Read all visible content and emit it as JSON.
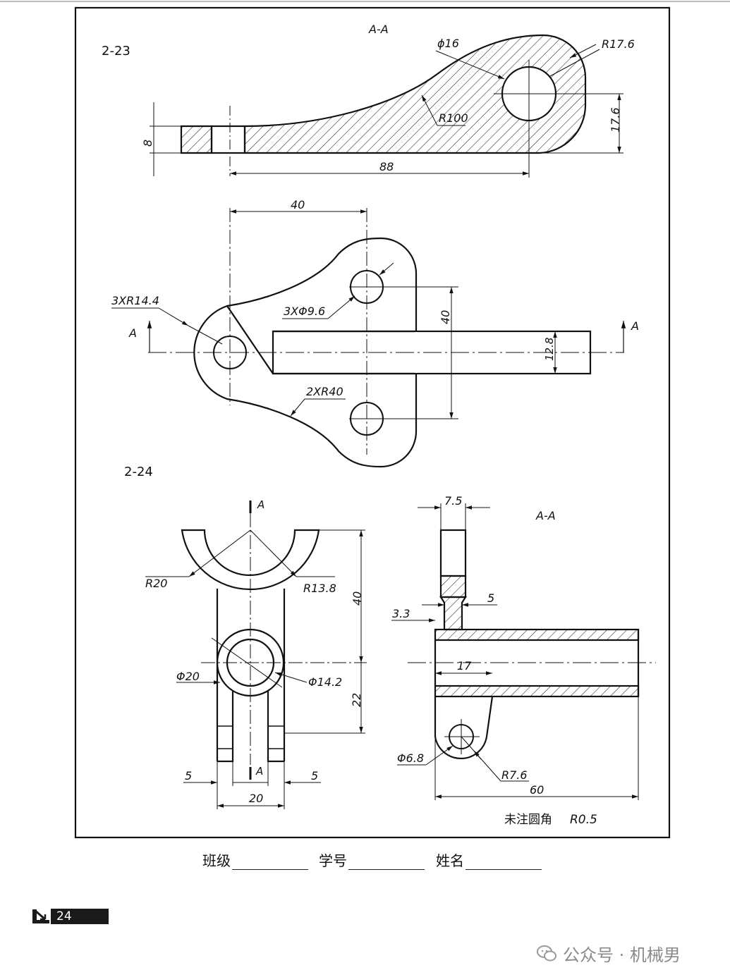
{
  "problems": [
    {
      "number": "2-23",
      "section_view": {
        "label": "A-A",
        "dims": {
          "hole_dia": "ϕ16",
          "outer_radius": "R17.6",
          "arc_radius": "R100",
          "height": "17.6",
          "thickness": "8",
          "length": "88"
        }
      },
      "plan_view": {
        "dims": {
          "spacing_h": "40",
          "spacing_v": "40",
          "boss_radius": "3XR14.4",
          "holes": "3XΦ9.6",
          "blend_radius": "2XR40",
          "rod_height": "12.8"
        },
        "cut_labels": [
          "A",
          "A"
        ]
      }
    },
    {
      "number": "2-24",
      "front_view": {
        "cut_labels": [
          "A",
          "A"
        ],
        "dims": {
          "r_outer": "R20",
          "r_inner": "R13.8",
          "height_upper": "40",
          "height_lower": "22",
          "boss_outer": "Φ20",
          "boss_inner": "Φ14.2",
          "slot_left": "5",
          "slot_right": "5",
          "width": "20"
        }
      },
      "section_view": {
        "label": "A-A",
        "dims": {
          "top_width": "7.5",
          "neck": "5",
          "neck_depth": "3.3",
          "inner_len": "17",
          "pin_dia": "Φ6.8",
          "lug_radius": "R7.6",
          "length": "60"
        },
        "note_text": "未注圆角",
        "note_value": "R0.5"
      }
    }
  ],
  "footer": {
    "class_label": "班级",
    "id_label": "学号",
    "name_label": "姓名"
  },
  "page_number": "24",
  "watermark": "公众号 · 机械男"
}
